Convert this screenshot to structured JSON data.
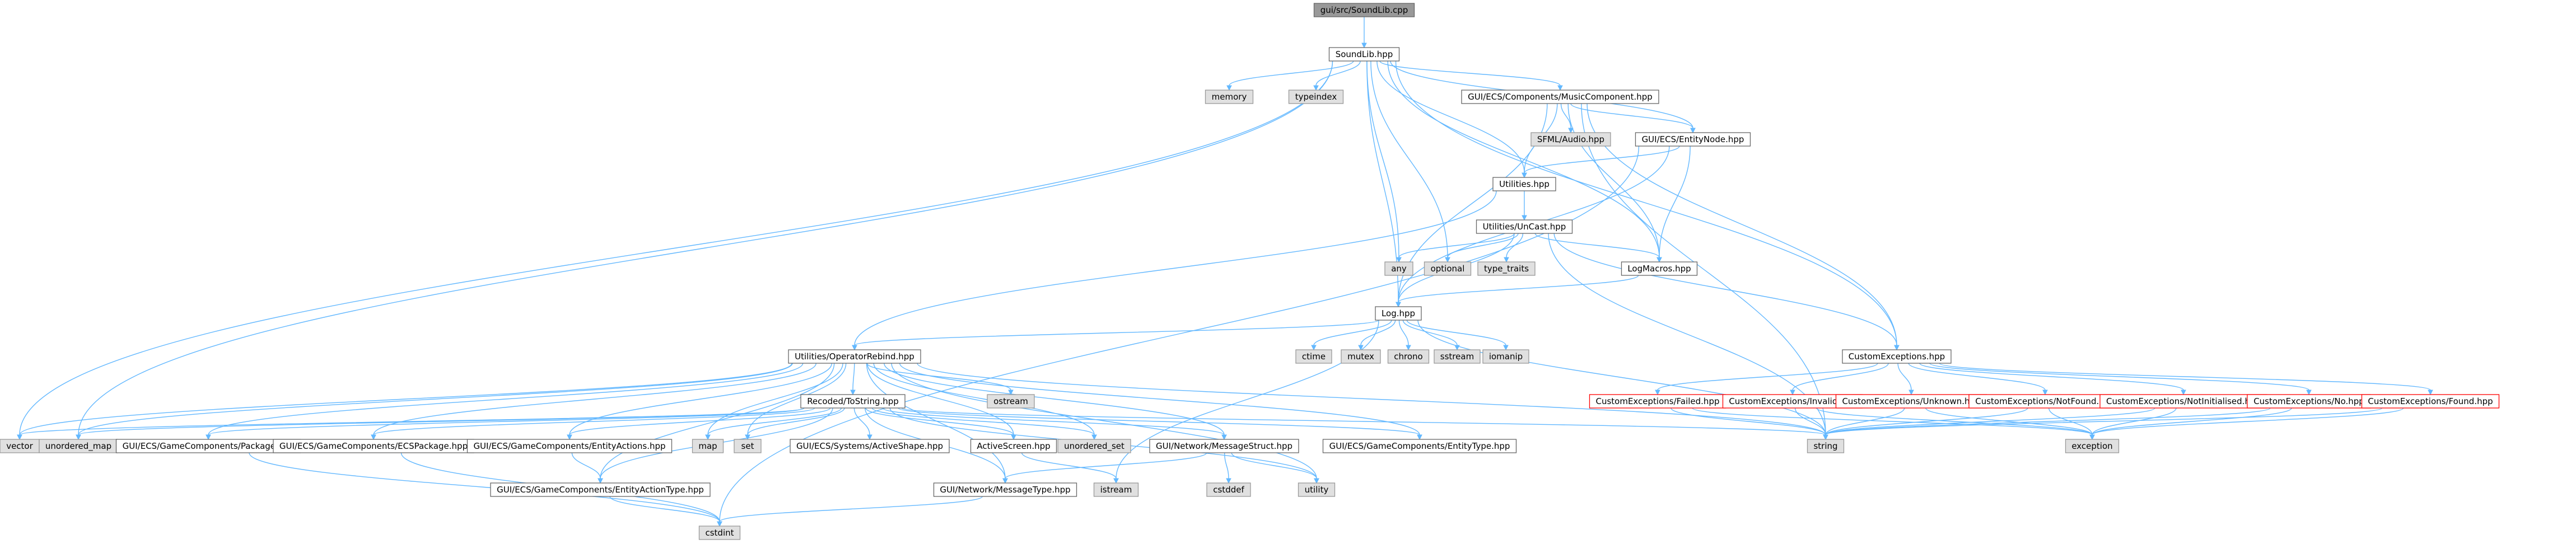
{
  "diagram": {
    "type": "include-dependency-graph",
    "colors": {
      "edge": "#63b8ff",
      "file_fill": "#ffffff",
      "file_stroke": "#666666",
      "system_fill": "#e0e0e0",
      "system_stroke": "#999999",
      "root_fill": "#999999",
      "root_stroke": "#666666",
      "error_stroke": "#ff0000"
    },
    "nodes": [
      {
        "id": "root",
        "label": "gui/src/SoundLib.cpp",
        "kind": "root"
      },
      {
        "id": "soundlib",
        "label": "SoundLib.hpp",
        "kind": "file"
      },
      {
        "id": "memory",
        "label": "memory",
        "kind": "system"
      },
      {
        "id": "typeindex",
        "label": "typeindex",
        "kind": "system"
      },
      {
        "id": "musiccomp",
        "label": "GUI/ECS/Components/MusicComponent.hpp",
        "kind": "file"
      },
      {
        "id": "sfml",
        "label": "SFML/Audio.hpp",
        "kind": "system"
      },
      {
        "id": "entitynode",
        "label": "GUI/ECS/EntityNode.hpp",
        "kind": "file"
      },
      {
        "id": "utilities",
        "label": "Utilities.hpp",
        "kind": "file"
      },
      {
        "id": "unicast",
        "label": "Utilities/UnCast.hpp",
        "kind": "file"
      },
      {
        "id": "any",
        "label": "any",
        "kind": "system"
      },
      {
        "id": "optional",
        "label": "optional",
        "kind": "system"
      },
      {
        "id": "type_traits",
        "label": "type_traits",
        "kind": "system"
      },
      {
        "id": "logmacros",
        "label": "LogMacros.hpp",
        "kind": "file"
      },
      {
        "id": "log",
        "label": "Log.hpp",
        "kind": "file"
      },
      {
        "id": "ctime",
        "label": "ctime",
        "kind": "system"
      },
      {
        "id": "mutex",
        "label": "mutex",
        "kind": "system"
      },
      {
        "id": "chrono",
        "label": "chrono",
        "kind": "system"
      },
      {
        "id": "sstream",
        "label": "sstream",
        "kind": "system"
      },
      {
        "id": "iomanip",
        "label": "iomanip",
        "kind": "system"
      },
      {
        "id": "opreb",
        "label": "Utilities/OperatorRebind.hpp",
        "kind": "file"
      },
      {
        "id": "customexc",
        "label": "CustomExceptions.hpp",
        "kind": "file"
      },
      {
        "id": "ostream",
        "label": "ostream",
        "kind": "system"
      },
      {
        "id": "recoded",
        "label": "Recoded/ToString.hpp",
        "kind": "file"
      },
      {
        "id": "vector",
        "label": "vector",
        "kind": "system"
      },
      {
        "id": "unordered_map",
        "label": "unordered_map",
        "kind": "system"
      },
      {
        "id": "package",
        "label": "GUI/ECS/GameComponents/Package.hpp",
        "kind": "file"
      },
      {
        "id": "ecspackage",
        "label": "GUI/ECS/GameComponents/ECSPackage.hpp",
        "kind": "file"
      },
      {
        "id": "entityactions",
        "label": "GUI/ECS/GameComponents/EntityActions.hpp",
        "kind": "file"
      },
      {
        "id": "map",
        "label": "map",
        "kind": "system"
      },
      {
        "id": "set",
        "label": "set",
        "kind": "system"
      },
      {
        "id": "activeshape",
        "label": "GUI/ECS/Systems/ActiveShape.hpp",
        "kind": "file"
      },
      {
        "id": "activescreen",
        "label": "ActiveScreen.hpp",
        "kind": "file"
      },
      {
        "id": "unordered_set",
        "label": "unordered_set",
        "kind": "system"
      },
      {
        "id": "messagestruct",
        "label": "GUI/Network/MessageStruct.hpp",
        "kind": "file"
      },
      {
        "id": "entitytype",
        "label": "GUI/ECS/GameComponents/EntityType.hpp",
        "kind": "file"
      },
      {
        "id": "entityactiontype",
        "label": "GUI/ECS/GameComponents/EntityActionType.hpp",
        "kind": "file"
      },
      {
        "id": "messagetype",
        "label": "GUI/Network/MessageType.hpp",
        "kind": "file"
      },
      {
        "id": "istream",
        "label": "istream",
        "kind": "system"
      },
      {
        "id": "cstddef",
        "label": "cstddef",
        "kind": "system"
      },
      {
        "id": "utility",
        "label": "utility",
        "kind": "system"
      },
      {
        "id": "cstdint",
        "label": "cstdint",
        "kind": "system"
      },
      {
        "id": "failed",
        "label": "CustomExceptions/Failed.hpp",
        "kind": "error"
      },
      {
        "id": "invalid",
        "label": "CustomExceptions/Invalid.hpp",
        "kind": "error"
      },
      {
        "id": "unknown",
        "label": "CustomExceptions/Unknown.hpp",
        "kind": "error"
      },
      {
        "id": "notfound",
        "label": "CustomExceptions/NotFound.hpp",
        "kind": "error"
      },
      {
        "id": "notinit",
        "label": "CustomExceptions/NotInitialised.hpp",
        "kind": "error"
      },
      {
        "id": "no",
        "label": "CustomExceptions/No.hpp",
        "kind": "error"
      },
      {
        "id": "found",
        "label": "CustomExceptions/Found.hpp",
        "kind": "error"
      },
      {
        "id": "string",
        "label": "string",
        "kind": "system"
      },
      {
        "id": "exception",
        "label": "exception",
        "kind": "system"
      }
    ],
    "edges": [
      [
        "root",
        "soundlib"
      ],
      [
        "soundlib",
        "memory"
      ],
      [
        "soundlib",
        "typeindex"
      ],
      [
        "soundlib",
        "musiccomp"
      ],
      [
        "soundlib",
        "entitynode"
      ],
      [
        "soundlib",
        "utilities"
      ],
      [
        "soundlib",
        "logmacros"
      ],
      [
        "soundlib",
        "log"
      ],
      [
        "soundlib",
        "any"
      ],
      [
        "soundlib",
        "optional"
      ],
      [
        "soundlib",
        "vector"
      ],
      [
        "soundlib",
        "unordered_map"
      ],
      [
        "soundlib",
        "customexc"
      ],
      [
        "musiccomp",
        "sfml"
      ],
      [
        "musiccomp",
        "entitynode"
      ],
      [
        "musiccomp",
        "utilities"
      ],
      [
        "musiccomp",
        "logmacros"
      ],
      [
        "musiccomp",
        "log"
      ],
      [
        "musiccomp",
        "customexc"
      ],
      [
        "musiccomp",
        "string"
      ],
      [
        "entitynode",
        "utilities"
      ],
      [
        "entitynode",
        "logmacros"
      ],
      [
        "entitynode",
        "log"
      ],
      [
        "entitynode",
        "cstdint"
      ],
      [
        "utilities",
        "unicast"
      ],
      [
        "utilities",
        "opreb"
      ],
      [
        "unicast",
        "any"
      ],
      [
        "unicast",
        "optional"
      ],
      [
        "unicast",
        "type_traits"
      ],
      [
        "unicast",
        "logmacros"
      ],
      [
        "unicast",
        "log"
      ],
      [
        "unicast",
        "string"
      ],
      [
        "unicast",
        "customexc"
      ],
      [
        "logmacros",
        "log"
      ],
      [
        "log",
        "ctime"
      ],
      [
        "log",
        "mutex"
      ],
      [
        "log",
        "chrono"
      ],
      [
        "log",
        "sstream"
      ],
      [
        "log",
        "iomanip"
      ],
      [
        "log",
        "opreb"
      ],
      [
        "log",
        "string"
      ],
      [
        "log",
        "istream"
      ],
      [
        "opreb",
        "ostream"
      ],
      [
        "opreb",
        "recoded"
      ],
      [
        "opreb",
        "vector"
      ],
      [
        "opreb",
        "unordered_map"
      ],
      [
        "opreb",
        "package"
      ],
      [
        "opreb",
        "ecspackage"
      ],
      [
        "opreb",
        "entityactions"
      ],
      [
        "opreb",
        "map"
      ],
      [
        "opreb",
        "set"
      ],
      [
        "opreb",
        "unordered_set"
      ],
      [
        "opreb",
        "messagestruct"
      ],
      [
        "opreb",
        "entitytype"
      ],
      [
        "opreb",
        "entityactiontype"
      ],
      [
        "opreb",
        "activescreen"
      ],
      [
        "opreb",
        "messagetype"
      ],
      [
        "opreb",
        "utility"
      ],
      [
        "opreb",
        "string"
      ],
      [
        "recoded",
        "vector"
      ],
      [
        "recoded",
        "unordered_map"
      ],
      [
        "recoded",
        "package"
      ],
      [
        "recoded",
        "ecspackage"
      ],
      [
        "recoded",
        "entityactions"
      ],
      [
        "recoded",
        "map"
      ],
      [
        "recoded",
        "set"
      ],
      [
        "recoded",
        "activeshape"
      ],
      [
        "recoded",
        "activescreen"
      ],
      [
        "recoded",
        "unordered_set"
      ],
      [
        "recoded",
        "messagestruct"
      ],
      [
        "recoded",
        "entitytype"
      ],
      [
        "recoded",
        "entityactiontype"
      ],
      [
        "recoded",
        "messagetype"
      ],
      [
        "recoded",
        "utility"
      ],
      [
        "recoded",
        "string"
      ],
      [
        "package",
        "cstdint"
      ],
      [
        "ecspackage",
        "cstdint"
      ],
      [
        "entityactions",
        "entityactiontype"
      ],
      [
        "entityactiontype",
        "cstdint"
      ],
      [
        "activescreen",
        "istream"
      ],
      [
        "messagestruct",
        "cstddef"
      ],
      [
        "messagestruct",
        "utility"
      ],
      [
        "messagestruct",
        "messagetype"
      ],
      [
        "messagetype",
        "cstdint"
      ],
      [
        "customexc",
        "failed"
      ],
      [
        "customexc",
        "invalid"
      ],
      [
        "customexc",
        "unknown"
      ],
      [
        "customexc",
        "notfound"
      ],
      [
        "customexc",
        "notinit"
      ],
      [
        "customexc",
        "no"
      ],
      [
        "customexc",
        "found"
      ],
      [
        "failed",
        "string"
      ],
      [
        "failed",
        "exception"
      ],
      [
        "invalid",
        "string"
      ],
      [
        "invalid",
        "exception"
      ],
      [
        "unknown",
        "string"
      ],
      [
        "unknown",
        "exception"
      ],
      [
        "notfound",
        "string"
      ],
      [
        "notfound",
        "exception"
      ],
      [
        "notinit",
        "string"
      ],
      [
        "notinit",
        "exception"
      ],
      [
        "no",
        "string"
      ],
      [
        "no",
        "exception"
      ],
      [
        "found",
        "string"
      ],
      [
        "found",
        "exception"
      ]
    ]
  }
}
